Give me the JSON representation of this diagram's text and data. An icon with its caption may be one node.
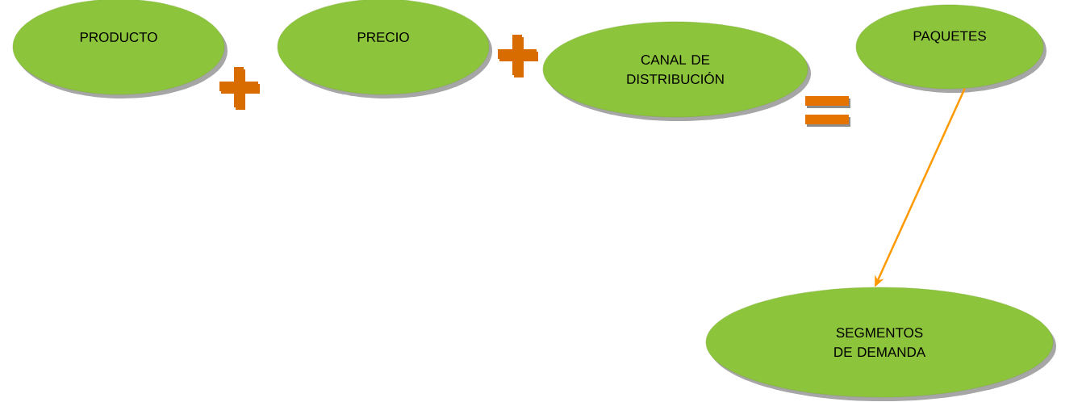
{
  "diagram": {
    "nodes": [
      {
        "text": [
          "PRODUCTO"
        ]
      },
      {
        "text": [
          "PRECIO"
        ]
      },
      {
        "text": [
          "CANAL DE DISTRIBUCIÓN"
        ]
      },
      {
        "text": [
          "PAQUETES"
        ]
      },
      {
        "text": [
          "SEGMENTOS DE DEMANDA"
        ]
      }
    ],
    "edges": [
      {
        "from": 3,
        "to": 4,
        "arrow": "to"
      }
    ]
  }
}
